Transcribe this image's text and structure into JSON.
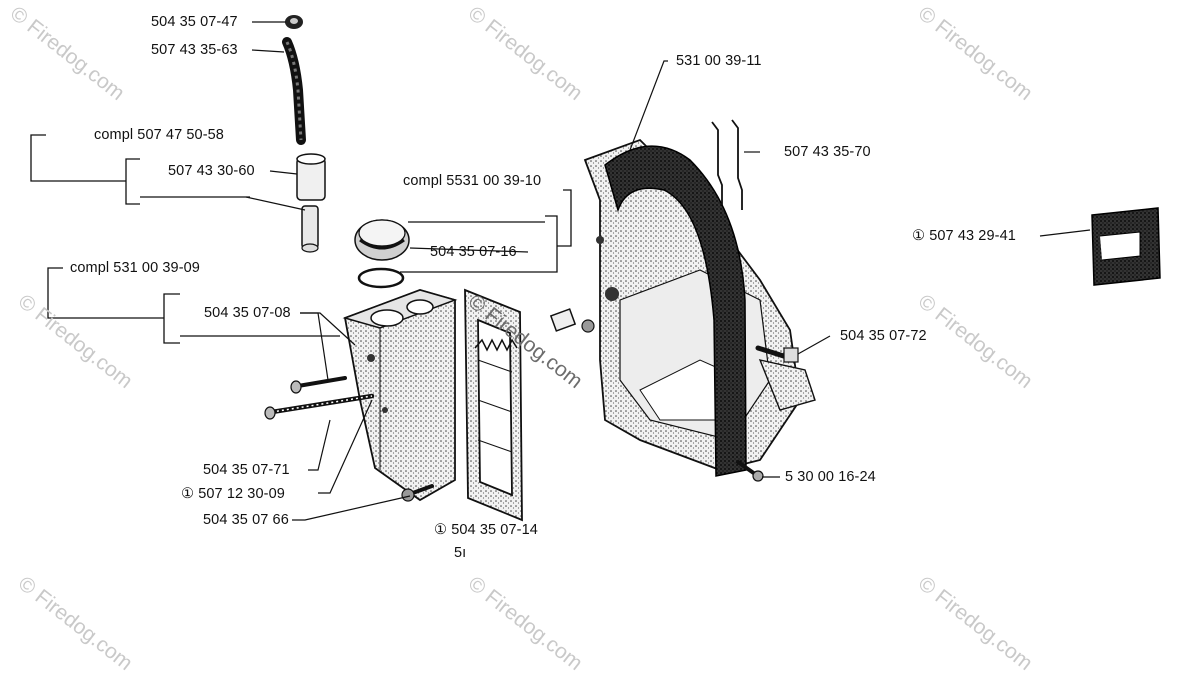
{
  "watermark": {
    "text": "© Firedog.com",
    "color": "#c9c9c9"
  },
  "labels": {
    "l1": "504 35 07-47",
    "l2": "507 43 35-63",
    "l3": "compl 507 47 50-58",
    "l4": "507 43 30-60",
    "l5": "compl 5531 00 39-10",
    "l6": "504 35 07-16",
    "l7": "compl 531 00 39-09",
    "l8": "504 35 07-08",
    "l9": "504 35 07-71",
    "l10": "① 507 12 30-09",
    "l11": "504 35 07 66",
    "l12": "① 504 35 07-14",
    "l13": "5ı",
    "l14": "531 00 39-11",
    "l15": "507 43 35-70",
    "l16": "① 507 43 29-41",
    "l17": "504 35 07-72",
    "l18": "5 30 00 16-24"
  }
}
